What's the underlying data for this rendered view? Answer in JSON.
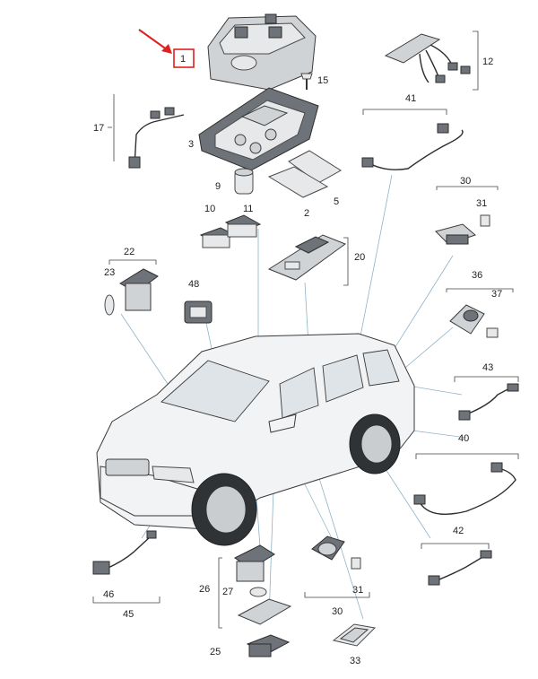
{
  "callouts": [
    "1",
    "2",
    "3",
    "5",
    "9",
    "10",
    "11",
    "12",
    "15",
    "17",
    "20",
    "22",
    "23",
    "25",
    "26",
    "27",
    "30",
    "30",
    "31",
    "31",
    "33",
    "36",
    "37",
    "40",
    "41",
    "42",
    "43",
    "45",
    "46",
    "48"
  ],
  "highlight_color": "#e02020",
  "leader_color": "#8fb2c7"
}
